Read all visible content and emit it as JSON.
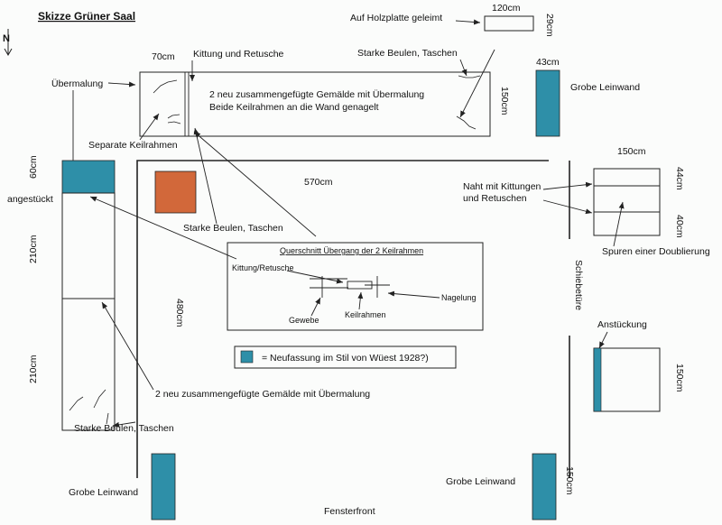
{
  "title": "Skizze Grüner Saal",
  "compass": "N",
  "colors": {
    "teal": "#2e8fa8",
    "orange": "#d2683a"
  },
  "labels": {
    "auf_holzplatte": "Auf Holzplatte geleimt",
    "dim_120": "120cm",
    "dim_29": "29cm",
    "dim_70": "70cm",
    "kittung_retusche": "Kittung und Retusche",
    "starke_beulen_top": "Starke Beulen, Taschen",
    "uebermalung": "Übermalung",
    "gemaelde_line1": "2 neu zusammengefügte Gemälde mit Übermalung",
    "gemaelde_line2": "Beide Keilrahmen an die Wand genagelt",
    "dim_150_top": "150cm",
    "dim_43": "43cm",
    "grobe_leinwand_top": "Grobe Leinwand",
    "separate_keilrahmen": "Separate Keilrahmen",
    "dim_60": "60cm",
    "angestueckt": "angestückt",
    "dim_570": "570cm",
    "starke_beulen_mid": "Starke Beulen, Taschen",
    "dim_150_right_top": "150cm",
    "dim_44": "44cm",
    "dim_40": "40cm",
    "naht_line1": "Naht mit Kittungen",
    "naht_line2": "und Retuschen",
    "spuren": "Spuren einer Doublierung",
    "dim_210_upper": "210cm",
    "dim_480": "480cm",
    "querschnitt": "Querschnitt Übergang der 2 Keilrahmen",
    "kittung_retusche_sec": "Kittung/Retusche",
    "nagelung": "Nagelung",
    "gewebe": "Gewebe",
    "keilrahmen": "Keilrahmen",
    "schiebetuere": "Schiebetüre",
    "anstueckung": "Anstückung",
    "legend": "= Neufassung im Stil von Wüest 1928?)",
    "dim_150_right_bottom": "150cm",
    "dim_210_lower": "210cm",
    "gemaelde_lower": "2 neu zusammengefügte Gemälde mit Übermalung",
    "starke_beulen_bottom": "Starke Beulen, Taschen",
    "grobe_leinwand_bl": "Grobe Leinwand",
    "grobe_leinwand_br": "Grobe Leinwand",
    "dim_150_bottom": "150cm",
    "fensterfront": "Fensterfront"
  }
}
